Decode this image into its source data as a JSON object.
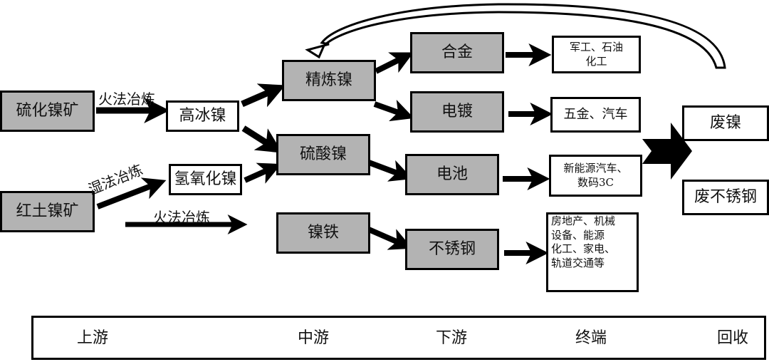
{
  "nodes": {
    "sulfide_ore": "硫化镍矿",
    "laterite_ore": "红土镍矿",
    "nickel_matte": "高冰镍",
    "nickel_hydroxide": "氢氧化镍",
    "refined_nickel": "精炼镍",
    "nickel_sulfate": "硫酸镍",
    "ferronickel": "镍铁",
    "alloy": "合金",
    "electroplating": "电镀",
    "battery": "电池",
    "stainless_steel": "不锈钢",
    "scrap_nickel": "废镍",
    "scrap_stainless": "废不锈钢"
  },
  "applications": {
    "alloy": [
      "军工、石油",
      "化工"
    ],
    "electroplating": [
      "五金、汽车"
    ],
    "battery": [
      "新能源汽车、",
      "数码3C"
    ],
    "stainless_steel": [
      "房地产、机械",
      "设备、能源",
      "化工、家电、",
      "轨道交通等"
    ]
  },
  "edge_labels": {
    "sulfide_to_matte": "火法冶炼",
    "laterite_to_hydroxide": "湿法冶炼",
    "laterite_to_ferronickel": "火法冶炼"
  },
  "stages": [
    "上游",
    "中游",
    "下游",
    "终端",
    "回收"
  ],
  "colors": {
    "process_box": "#b3b3b3",
    "line": "#000000",
    "background": "#ffffff"
  }
}
